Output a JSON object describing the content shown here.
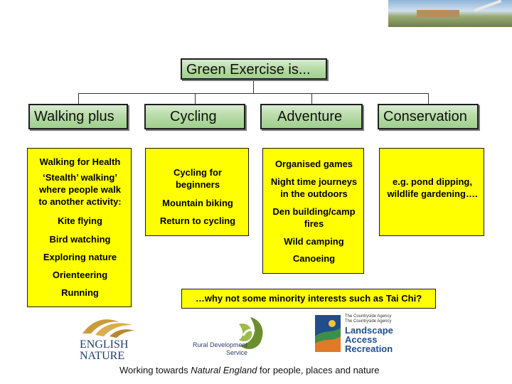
{
  "title": "Green Exercise is...",
  "headers": [
    "Walking plus",
    "Cycling",
    "Adventure",
    "Conservation"
  ],
  "walking": [
    "Walking for Health",
    "‘Stealth’ walking’",
    "where people walk",
    "to another activity:",
    "Kite flying",
    "Bird watching",
    "Exploring nature",
    "Orienteering",
    "Running"
  ],
  "cycling": [
    "Cycling for",
    "beginners",
    "Mountain biking",
    "Return to cycling"
  ],
  "adventure": [
    "Organised games",
    "Night time journeys",
    "in the outdoors",
    "Den building/camp",
    "fires",
    "Wild camping",
    "Canoeing"
  ],
  "conservation": [
    "e.g.  pond dipping,",
    "wildlife gardening…."
  ],
  "note": "…why not some minority interests such as Tai Chi?",
  "logos": {
    "english_nature": [
      "ENGLISH",
      "NATURE"
    ],
    "rds": [
      "Rural Development",
      "Service"
    ],
    "countryside_agency": [
      "The Countryside Agency",
      "The Countryside Agency"
    ],
    "landscape": [
      "Landscape",
      "Access",
      "Recreation"
    ]
  },
  "footer": {
    "pre": "Working towards ",
    "italic": "Natural England",
    "post": " for people, places and nature"
  },
  "colors": {
    "header_green": "#a8d596",
    "box_yellow": "#ffff00",
    "english_nature_gold": "#c99b3b",
    "rds_green": "#6b8f2e",
    "lar_blue": "#1f4f8a"
  }
}
